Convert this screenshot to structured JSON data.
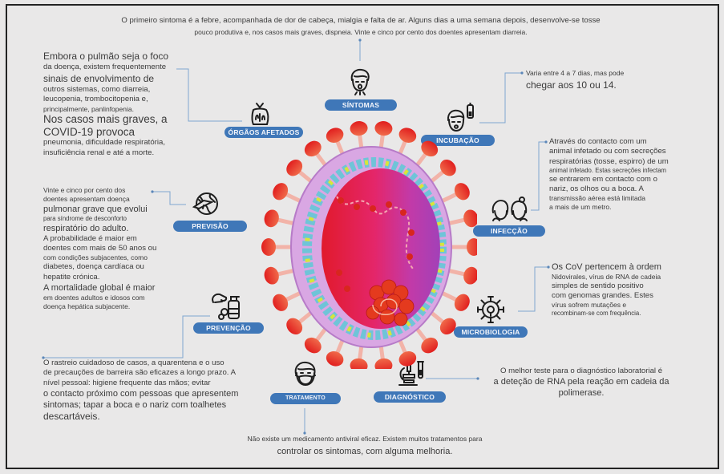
{
  "colors": {
    "pill": "#3f77b8",
    "connector": "#7fa6cf",
    "background": "#e9e8e8",
    "virus_core": "#e0204a",
    "virus_spike": "#e8432a"
  },
  "center": {
    "image": "coronavirus-illustration"
  },
  "sections": {
    "sintomas": {
      "label": "SÍNTOMAS",
      "icon": "coughing-face-icon",
      "text": [
        "O primeiro sintoma é a febre, acompanhada de dor de cabeça, mialgia e falta de ar. Alguns dias a uma semana depois, desenvolve-se tosse",
        "pouco produtiva e, nos casos mais graves, dispneia. Vinte e cinco por cento dos doentes apresentam diarreia."
      ]
    },
    "orgaos": {
      "label": "ÓRGÃOS AFETADOS",
      "icon": "organs-body-icon",
      "text": [
        "Embora o pulmão seja o foco",
        "da doença, existem frequentemente",
        "sinais de envolvimento de",
        "outros sistemas, como diarreia,",
        "leucopenia, trombocitopenia e,",
        "principalmente, panlinfopenia.",
        "Nos casos mais graves, a",
        "COVID-19 provoca",
        "pneumonia, dificuldade respiratória,",
        "insuficiência renal e até a morte."
      ]
    },
    "incubacao": {
      "label": "INCUBAÇÃO",
      "icon": "sick-person-thermometer-icon",
      "text": [
        "Varia entre 4 a 7 dias, mas pode",
        "chegar aos 10 ou 14."
      ]
    },
    "infeccao": {
      "label": "INFECÇÃO",
      "icon": "two-people-icon",
      "text": [
        "Através do contacto com um",
        "animal infetado ou com secreções",
        "respiratórias (tosse, espirro) de um",
        "animal infetado. Estas secreções infectam",
        "se entrarem em contacto com o",
        "nariz, os olhos ou a boca. A",
        "transmissão aérea está limitada",
        "a mais de um metro."
      ]
    },
    "previsao": {
      "label": "PREVISÃO",
      "icon": "globe-plane-icon",
      "text": [
        "Vinte e cinco por cento dos",
        "doentes apresentam doença",
        "pulmonar grave que evolui",
        "para síndrome de desconforto",
        "respiratório do adulto.",
        "A probabilidade é maior em",
        "doentes com mais de 50 anos ou",
        "com condições subjacentes, como",
        "diabetes, doença cardíaca ou",
        "hepatite crónica.",
        "A mortalidade global é maior",
        "em doentes adultos e idosos com",
        "doença hepática subjacente."
      ]
    },
    "microbiologia": {
      "label": "MICROBIOLOGIA",
      "icon": "virus-icon",
      "text": [
        "Os CoV pertencem à ordem",
        "Nidovirales, vírus de RNA de cadeia",
        "simples de sentido positivo",
        "com genomas grandes. Estes",
        "vírus sofrem mutações e",
        "recombinam-se com frequência."
      ]
    },
    "prevencao": {
      "label": "PREVENÇÃO",
      "icon": "handwash-sanitizer-icon",
      "text": [
        "O rastreio cuidadoso de casos, a quarentena e o uso",
        "de precauções de barreira são eficazes a longo prazo. A",
        "nível pessoal: higiene frequente das mãos; evitar",
        "o contacto próximo com pessoas que apresentem",
        "sintomas; tapar a boca e o nariz com toalhetes",
        "descartáveis."
      ]
    },
    "tratamento": {
      "label": "TRATAMENTO",
      "icon": "face-mask-icon",
      "text": [
        "Não existe um medicamento antiviral eficaz. Existem muitos tratamentos para",
        "controlar os sintomas, com alguma melhoria."
      ]
    },
    "diagnostico": {
      "label": "DIAGNÓSTICO",
      "icon": "microscope-testtube-icon",
      "text": [
        "O melhor teste para o diagnóstico laboratorial é",
        "a deteção de RNA pela reação em cadeia da",
        "polimerase."
      ]
    }
  }
}
